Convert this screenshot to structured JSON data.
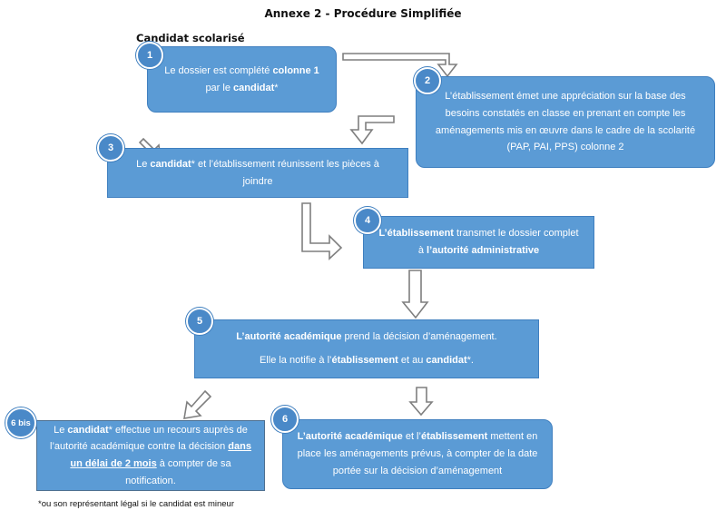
{
  "title": "Annexe 2  - Procédure Simplifiée",
  "subtitle": "Candidat scolarisé",
  "steps": {
    "s1": {
      "num": "1",
      "t1": "Le dossier est complété ",
      "b1": "colonne 1",
      "t2": "par le ",
      "b2": "candidat",
      "t3": "*"
    },
    "s2": {
      "num": "2",
      "text": "L’établissement émet une appréciation sur la base des besoins constatés en classe en prenant en compte les aménagements mis en œuvre dans le cadre de la scolarité (PAP, PAI, PPS) colonne 2"
    },
    "s3": {
      "num": "3",
      "t1": "Le ",
      "b1": "candidat",
      "t2": "* et l’établissement réunissent  les pièces à joindre"
    },
    "s4": {
      "num": "4",
      "b1": "L’établissement",
      "t1": " transmet le dossier complet",
      "t2": "à ",
      "b2": "l’autorité administrative"
    },
    "s5": {
      "num": "5",
      "b1": "L’autorité académique",
      "t1": " prend la décision d’aménagement.",
      "t2": "Elle la notifie à l’",
      "b2": "établissement",
      "t3": " et au ",
      "b3": "candidat",
      "t4": "*."
    },
    "s6": {
      "num": "6",
      "b1": "L’autorité académique",
      "t1": " et l’",
      "b2": "établissement",
      "t2": " mettent en place les aménagements prévus, à compter de la date portée sur la décision d’aménagement"
    },
    "s6bis": {
      "num": "6 bis",
      "t1": "Le ",
      "b1": "candidat",
      "t2": "* effectue un recours auprès de l’autorité académique contre la décision ",
      "u1": "dans un délai de 2 mois",
      "t3": " à compter de sa notification."
    }
  },
  "footnote": "*ou son représentant légal si le candidat est mineur",
  "colors": {
    "box_fill": "#5b9bd5",
    "box_border": "#3f7fbf",
    "badge": "#4a89c8",
    "arrow_stroke": "#7f7f7f"
  }
}
